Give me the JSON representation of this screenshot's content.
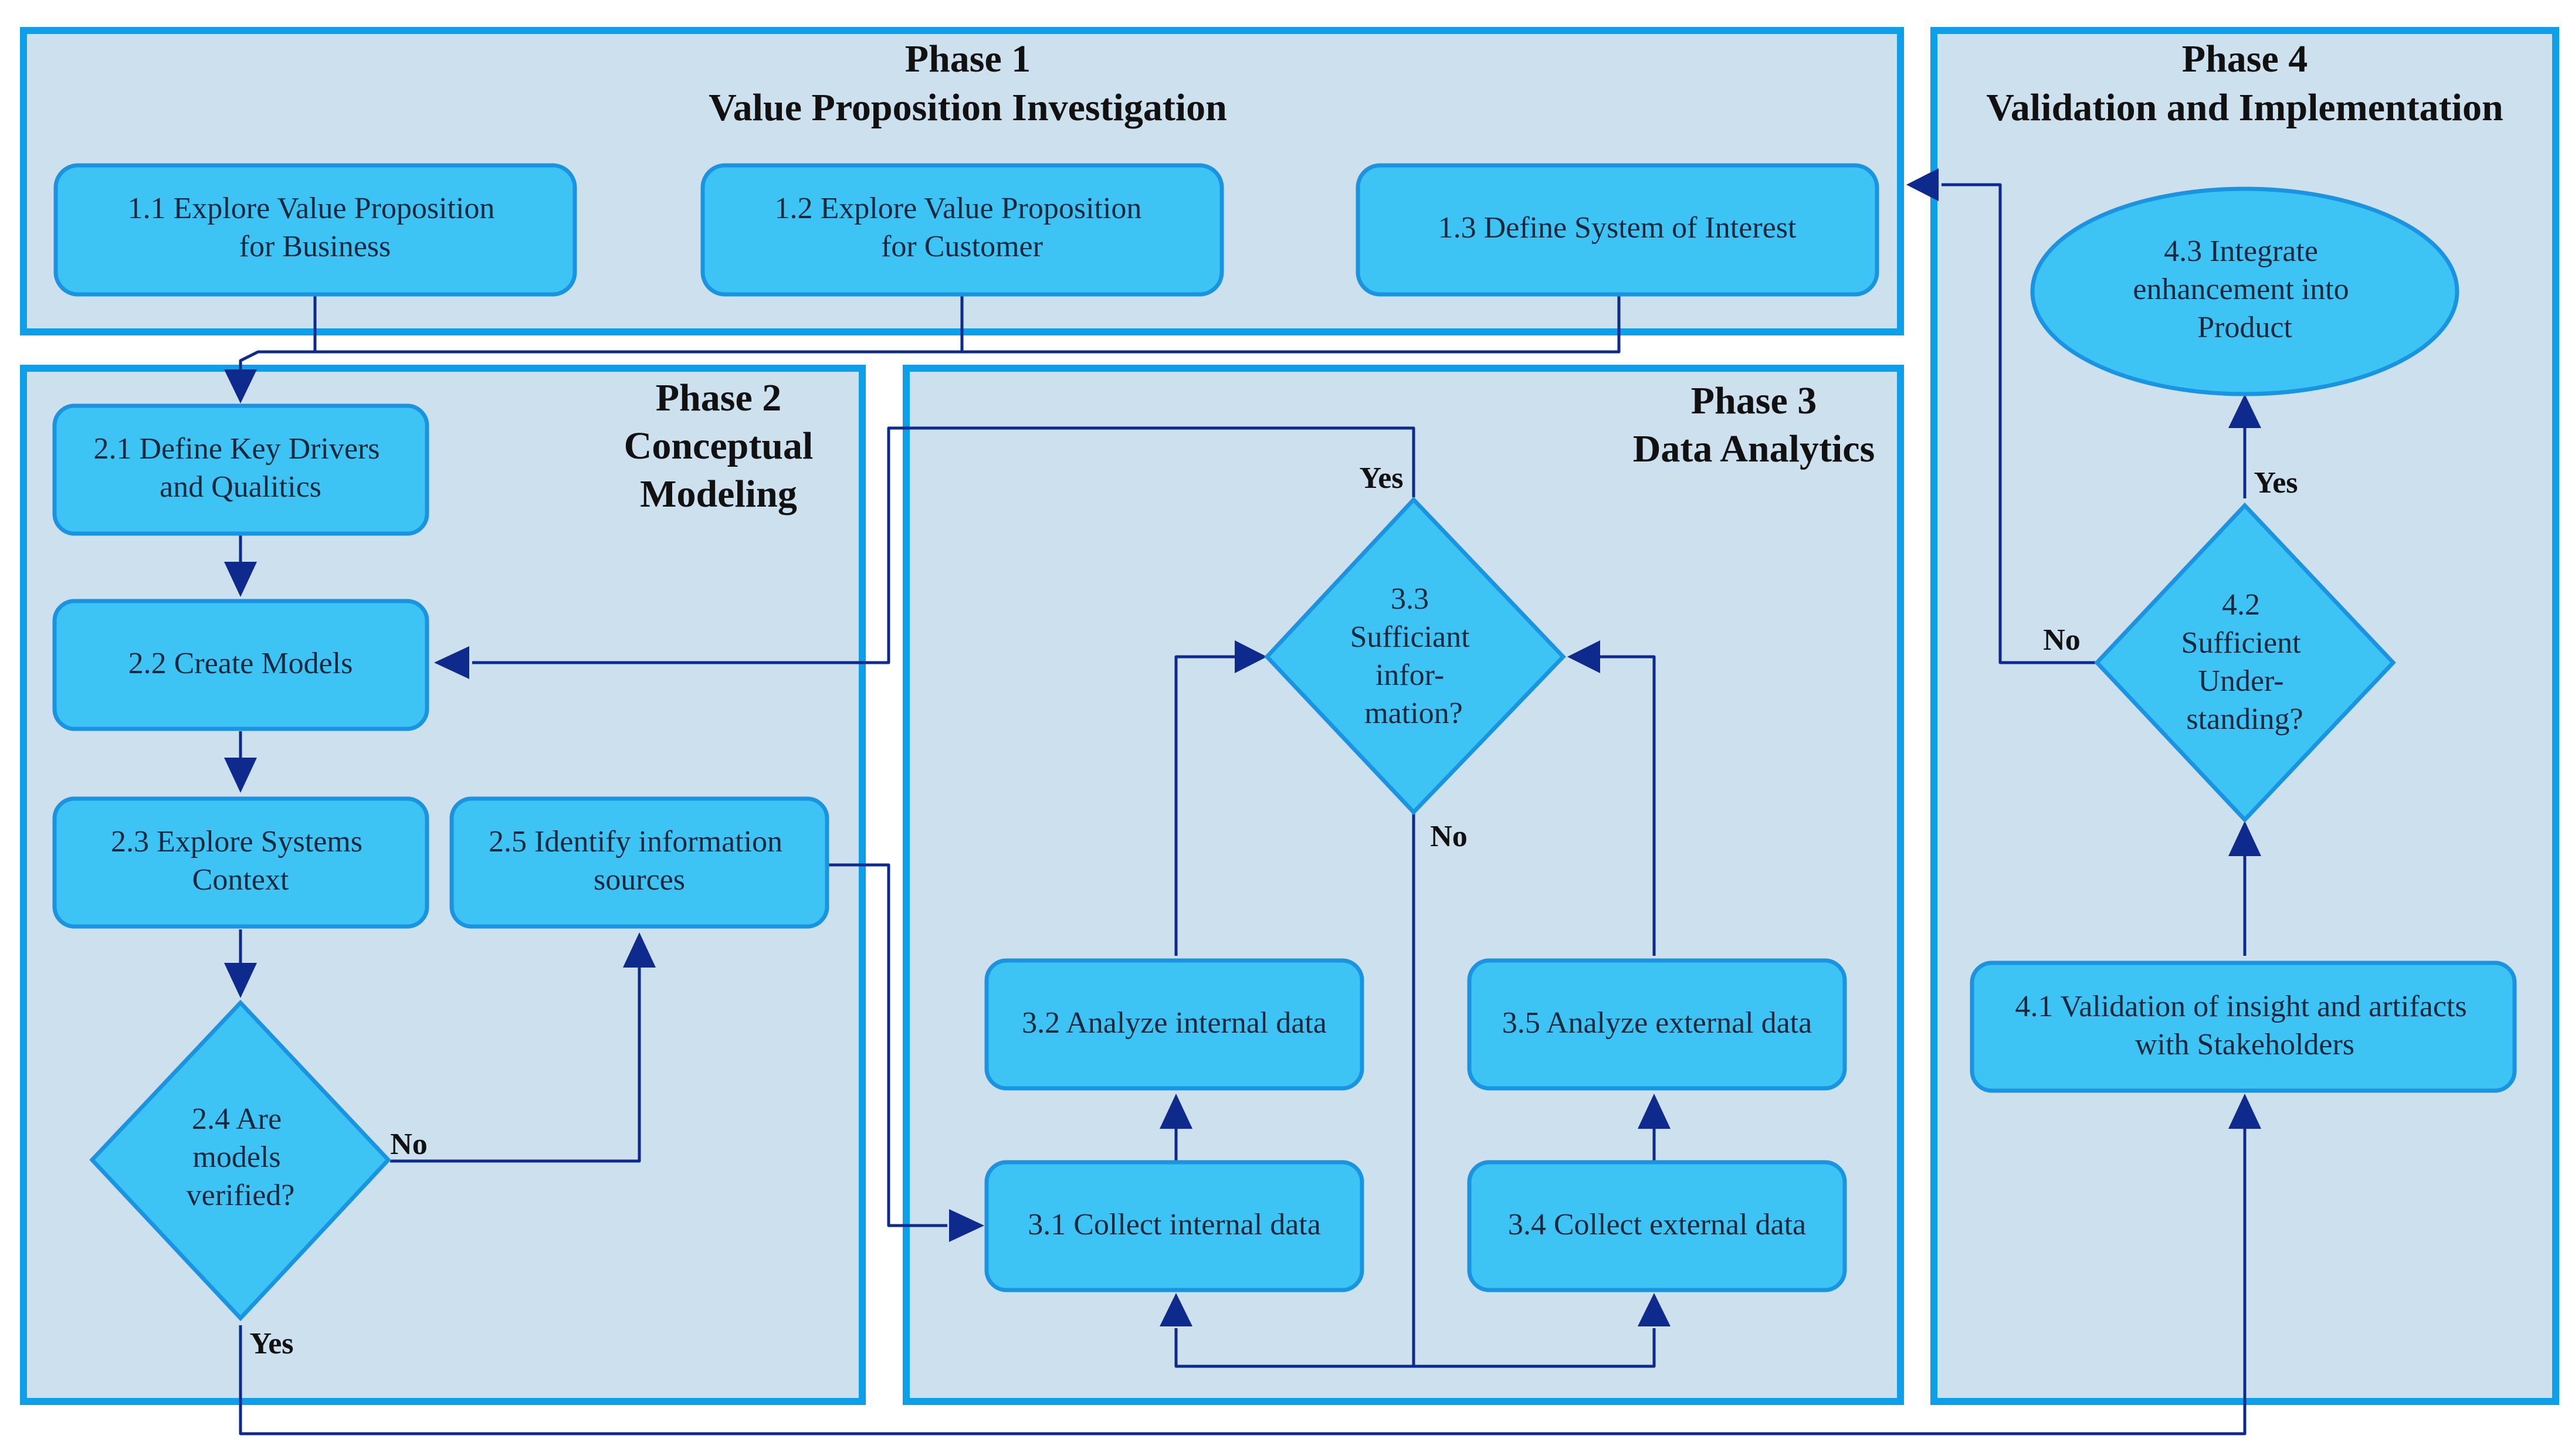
{
  "phases": {
    "p1": {
      "title": "Phase 1",
      "subtitle": "Value  Proposition Investigation"
    },
    "p2": {
      "title": "Phase 2",
      "subtitle": "Conceptual",
      "subtitle2": "Modeling"
    },
    "p3": {
      "title": "Phase 3",
      "subtitle": "Data Analytics"
    },
    "p4": {
      "title": "Phase 4",
      "subtitle": "Validation and Implementation"
    }
  },
  "nodes": {
    "n1_1": [
      "1.1 Explore Value Proposition",
      "for Business"
    ],
    "n1_2": [
      "1.2 Explore Value Proposition",
      "for Customer"
    ],
    "n1_3": [
      "1.3 Define System of Interest"
    ],
    "n2_1": [
      "2.1 Define Key Drivers",
      "and Qualitics"
    ],
    "n2_2": [
      "2.2 Create Models"
    ],
    "n2_3": [
      "2.3 Explore Systems",
      "Context"
    ],
    "n2_4": [
      "2.4 Are",
      "models",
      "verified?"
    ],
    "n2_5": [
      "2.5 Identify information",
      "sources"
    ],
    "n3_1": [
      "3.1 Collect internal data"
    ],
    "n3_2": [
      "3.2 Analyze internal data"
    ],
    "n3_3": [
      "3.3",
      "Sufficiant",
      "infor-",
      "mation?"
    ],
    "n3_4": [
      "3.4 Collect external data"
    ],
    "n3_5": [
      "3.5 Analyze external data"
    ],
    "n4_1": [
      "4.1 Validation of insight and artifacts",
      "with Stakeholders"
    ],
    "n4_2": [
      "4.2",
      "Sufficient",
      "Under-",
      "standing?"
    ],
    "n4_3": [
      "4.3 Integrate",
      "enhancement into",
      "Product"
    ]
  },
  "edge_labels": {
    "yes_3_3": "Yes",
    "no_3_3": "No",
    "no_2_4": "No",
    "yes_2_4": "Yes",
    "yes_4_2": "Yes",
    "no_4_2": "No"
  },
  "colors": {
    "phase_fill": "#cce0ee",
    "phase_border": "#0f9ee8",
    "node_fill": "#3ec3f5",
    "node_border": "#1a93e0",
    "connector": "#0d2a8c"
  }
}
